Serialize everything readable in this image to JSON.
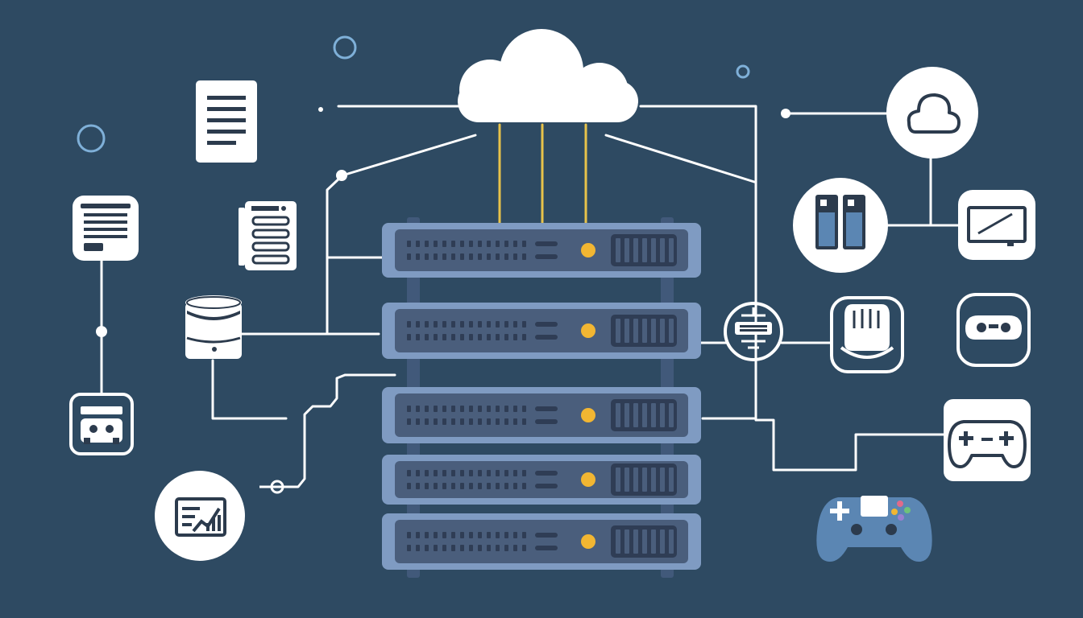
{
  "colors": {
    "background": "#2e4a62",
    "line": "#ffffff",
    "cloud": "#ffffff",
    "uplink": "#e8c34a",
    "server_body": "#7f9bc2",
    "server_face": "#4a5e7c",
    "server_vent": "#2f3d55",
    "server_led": "#f2b632",
    "rack_rail": "#41597a",
    "accent_blue": "#5b86b3",
    "icon_stroke": "#2c3b4d",
    "bubble_ring": "#7fb0d8"
  },
  "cloud": {
    "icon": "cloud-icon",
    "uplink_count": 3
  },
  "server_stack": {
    "unit_count": 5,
    "icon": "rack-server-icon"
  },
  "nodes": [
    {
      "id": "document",
      "icon": "document-icon"
    },
    {
      "id": "web-page",
      "icon": "web-page-icon"
    },
    {
      "id": "notes-list",
      "icon": "notes-list-icon"
    },
    {
      "id": "database",
      "icon": "database-icon"
    },
    {
      "id": "robot-console",
      "icon": "robot-icon"
    },
    {
      "id": "analytics",
      "icon": "line-chart-icon"
    },
    {
      "id": "cloud-user",
      "icon": "cloud-user-icon"
    },
    {
      "id": "storage-drives",
      "icon": "storage-drives-icon"
    },
    {
      "id": "monitor",
      "icon": "monitor-icon"
    },
    {
      "id": "network-hub",
      "icon": "hub-icon"
    },
    {
      "id": "hand-gesture",
      "icon": "hand-icon"
    },
    {
      "id": "vr-headset",
      "icon": "vr-headset-icon"
    },
    {
      "id": "gamepad-card",
      "icon": "gamepad-icon"
    },
    {
      "id": "game-controller",
      "icon": "game-controller-icon"
    }
  ]
}
